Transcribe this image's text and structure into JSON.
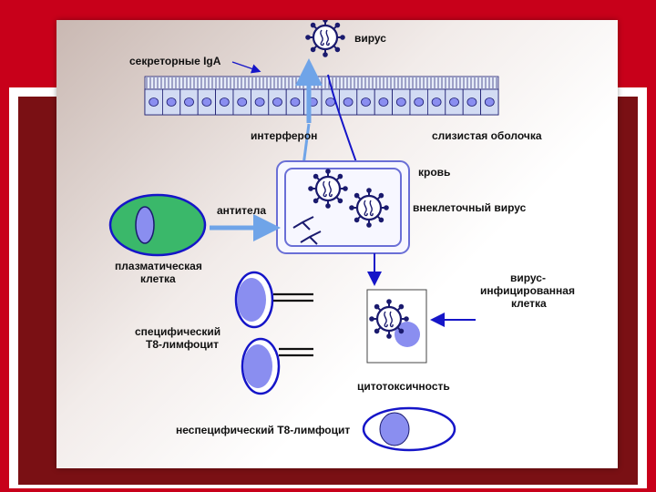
{
  "labels": {
    "virus": "вирус",
    "secretory_iga": "секреторные IgA",
    "interferon": "интерферон",
    "mucosa": "слизистая оболочка",
    "blood": "кровь",
    "extracellular_virus": "внеклеточный вирус",
    "antibodies": "антитела",
    "plasma_cell_line1": "плазматическая",
    "plasma_cell_line2": "клетка",
    "infected_cell_line1": "вирус-",
    "infected_cell_line2": "инфицированная",
    "infected_cell_line3": "клетка",
    "specific_t8_line1": "специфический",
    "specific_t8_line2": "Т8-лимфоцит",
    "cytotoxicity": "цитотоксичность",
    "nonspecific_t8": "неспецифический Т8-лимфоцит"
  },
  "colors": {
    "frame_red": "#c8001a",
    "frame_dark": "#7a1014",
    "cell_fill": "#8a8ef0",
    "epithelium_fill": "#d2dbf3",
    "plasma_fill": "#3ab86a",
    "outline_blue": "#1515c8",
    "arrow_light": "#6fa4e8"
  },
  "epithelium_cells": 20
}
